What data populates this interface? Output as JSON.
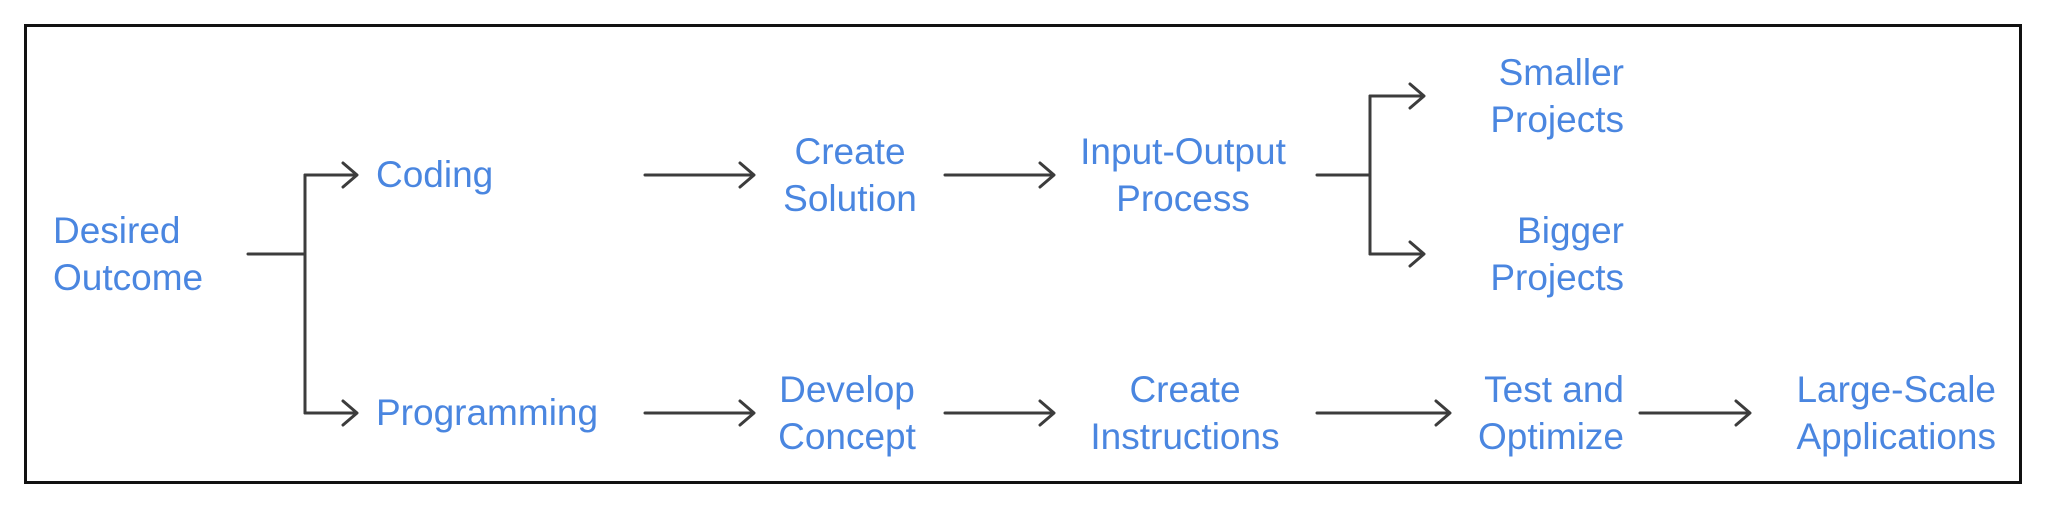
{
  "nodes": {
    "desired_outcome": [
      "Desired",
      "Outcome"
    ],
    "coding": [
      "Coding"
    ],
    "programming": [
      "Programming"
    ],
    "create_solution": [
      "Create",
      "Solution"
    ],
    "input_output": [
      "Input-Output",
      "Process"
    ],
    "smaller_projects": [
      "Smaller",
      "Projects"
    ],
    "bigger_projects": [
      "Bigger",
      "Projects"
    ],
    "develop_concept": [
      "Develop",
      "Concept"
    ],
    "create_instructions": [
      "Create",
      "Instructions"
    ],
    "test_optimize": [
      "Test and",
      "Optimize"
    ],
    "large_scale": [
      "Large-Scale",
      "Applications"
    ]
  },
  "colors": {
    "text": "#4a86e0",
    "edge": "#3c3c3c",
    "border": "#111111"
  }
}
